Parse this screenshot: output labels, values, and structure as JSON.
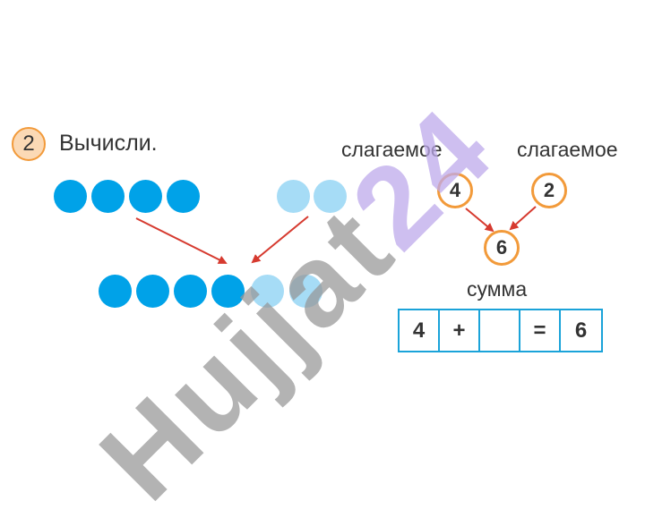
{
  "task": {
    "number": "2",
    "instruction": "Вычисли."
  },
  "dots": {
    "top_row_dark": 4,
    "top_row_light": 2,
    "bottom_row_dark": 4,
    "bottom_row_light": 2,
    "color_dark": "#00a2e8",
    "color_light": "#a6dcf6"
  },
  "diagram": {
    "term_label_1": "слагаемое",
    "term_label_2": "слагаемое",
    "term_1": "4",
    "term_2": "2",
    "sum_label": "сумма",
    "sum": "6"
  },
  "equation": {
    "cells": [
      "4",
      "+",
      "",
      "=",
      "6"
    ]
  },
  "watermark": {
    "text": "Hujjat",
    "digits": "24"
  },
  "colors": {
    "arrow": "#d63a2f",
    "circle_border": "#f29a3a",
    "box_border": "#1aa3d9"
  }
}
